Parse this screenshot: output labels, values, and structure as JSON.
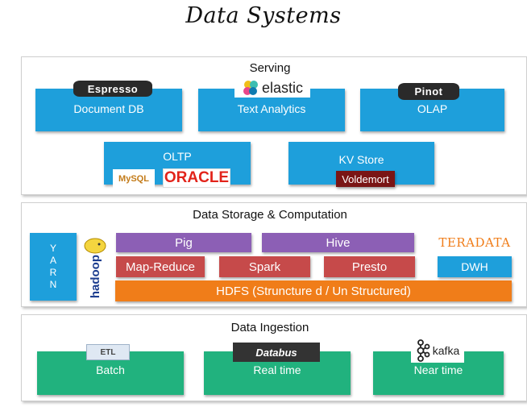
{
  "title": "Data Systems",
  "serving": {
    "title": "Serving",
    "document_db": {
      "label": "Document DB",
      "logo": "Espresso"
    },
    "text_analytics": {
      "label": "Text Analytics",
      "logo": "elastic"
    },
    "olap": {
      "label": "OLAP",
      "logo": "Pinot"
    },
    "oltp": {
      "label": "OLTP",
      "logo_mysql": "MySQL",
      "logo_oracle": "ORACLE"
    },
    "kv_store": {
      "label": "KV Store",
      "logo": "Voldemort"
    }
  },
  "storage": {
    "title": "Data Storage & Computation",
    "yarn": [
      "Y",
      "A",
      "R",
      "N"
    ],
    "hadoop_logo": "hadoop",
    "pig": "Pig",
    "hive": "Hive",
    "map_reduce": "Map-Reduce",
    "spark": "Spark",
    "presto": "Presto",
    "hdfs": "HDFS (Struncture d / Un Structured)",
    "teradata": "TERADATA",
    "dwh": "DWH"
  },
  "ingestion": {
    "title": "Data Ingestion",
    "batch": {
      "label": "Batch",
      "logo": "ETL"
    },
    "realtime": {
      "label": "Real time",
      "logo": "Databus"
    },
    "nearrealtime": {
      "label": "Near time",
      "logo": "kafka"
    }
  },
  "colors": {
    "blue": "#1e9fdb",
    "green": "#21b27e",
    "purple": "#8c5fb5",
    "red": "#c64a4a",
    "orange": "#f07d19"
  }
}
